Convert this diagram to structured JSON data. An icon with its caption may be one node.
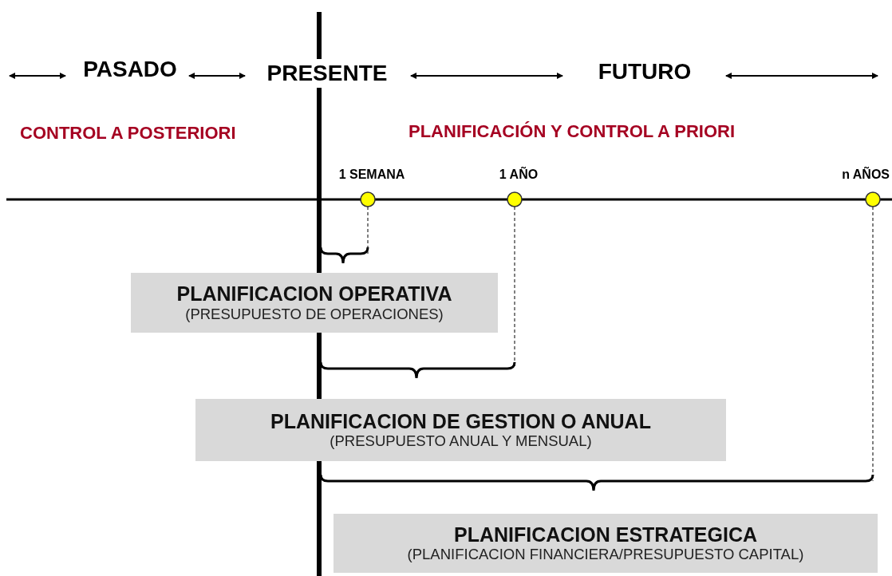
{
  "diagram": {
    "nodes": [
      {
        "text": [],
        "shape": "circle",
        "beside": [
          "1 SEMANA"
        ]
      },
      {
        "text": [],
        "shape": "circle",
        "beside": [
          "1 AÑO"
        ]
      },
      {
        "text": [],
        "shape": "circle",
        "beside": [
          "n AÑOS"
        ]
      },
      {
        "text": [
          "PLANIFICACION OPERATIVA",
          "(PRESUPUESTO DE OPERACIONES)"
        ]
      },
      {
        "text": [
          "PLANIFICACION DE GESTION O ANUAL",
          "(PRESUPUESTO ANUAL Y MENSUAL)"
        ]
      },
      {
        "text": [
          "PLANIFICACION ESTRATEGICA",
          "(PLANIFICACION FINANCIERA/PRESUPUESTO CAPITAL)"
        ]
      }
    ],
    "labels": [
      "PASADO",
      "PRESENTE",
      "FUTURO",
      "CONTROL A POSTERIORI",
      "PLANIFICACIÓN Y CONTROL A PRIORI"
    ]
  }
}
